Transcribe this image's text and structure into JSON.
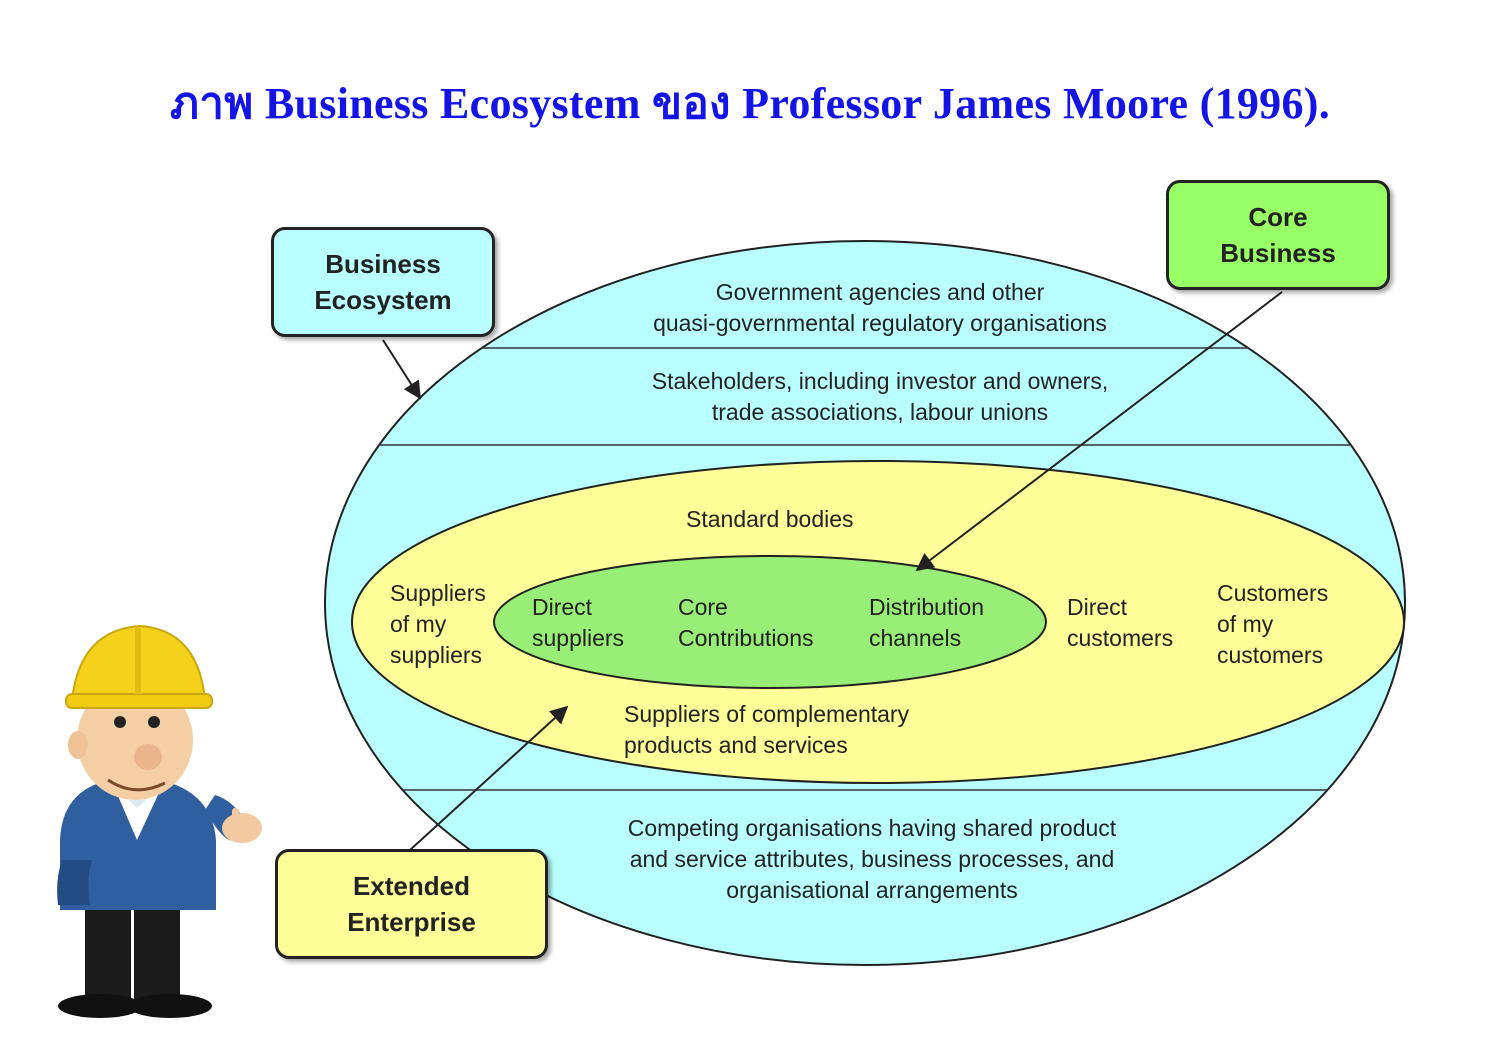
{
  "title": "ภาพ Business Ecosystem ของ Professor James Moore (1996).",
  "colors": {
    "outer_ellipse": "#b9ffff",
    "middle_ellipse": "#ffff99",
    "inner_ellipse": "#99ee77",
    "core_box": "#99ff66",
    "title": "#1414e6"
  },
  "callouts": {
    "business_ecosystem": "Business\nEcosystem",
    "core_business": "Core\nBusiness",
    "extended_enterprise": "Extended\nEnterprise"
  },
  "outer_bands": {
    "top_line1": "Government agencies and other",
    "top_line2": "quasi-governmental regulatory organisations",
    "second_line1": "Stakeholders, including investor and owners,",
    "second_line2": "trade associations, labour unions",
    "bottom_line1": "Competing organisations having shared product",
    "bottom_line2": "and service attributes, business processes, and",
    "bottom_line3": "organisational arrangements"
  },
  "extended": {
    "standard_bodies": "Standard bodies",
    "suppliers_line1": "Suppliers",
    "suppliers_line2": "of my",
    "suppliers_line3": "suppliers",
    "direct_customers_line1": "Direct",
    "direct_customers_line2": "customers",
    "customers_line1": "Customers",
    "customers_line2": "of my",
    "customers_line3": "customers",
    "complementary_line1": "Suppliers of complementary",
    "complementary_line2": "products and services"
  },
  "core": {
    "direct_suppliers_line1": "Direct",
    "direct_suppliers_line2": "suppliers",
    "core_contrib_line1": "Core",
    "core_contrib_line2": "Contributions",
    "distribution_line1": "Distribution",
    "distribution_line2": "channels"
  }
}
